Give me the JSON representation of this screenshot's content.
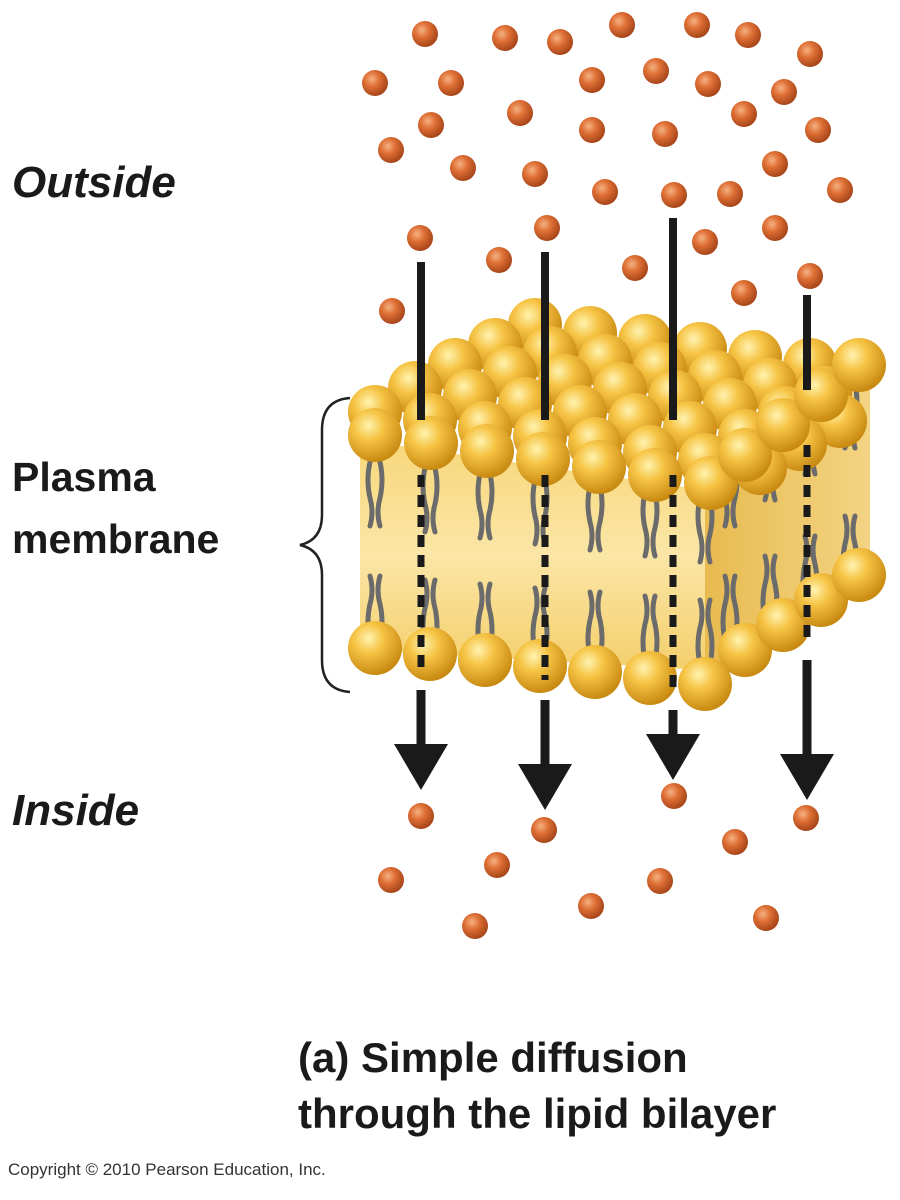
{
  "labels": {
    "outside": "Outside",
    "inside": "Inside",
    "membrane_line1": "Plasma",
    "membrane_line2": "membrane"
  },
  "caption": {
    "letter": "(a)",
    "line1": "Simple diffusion",
    "line2": "through the lipid bilayer"
  },
  "copyright": "Copyright © 2010 Pearson Education, Inc.",
  "colors": {
    "solute": "#d9662a",
    "phospholipid_head": "#f2b736",
    "lipid_tail": "#6b6b6b",
    "arrow": "#1a1a1a"
  }
}
